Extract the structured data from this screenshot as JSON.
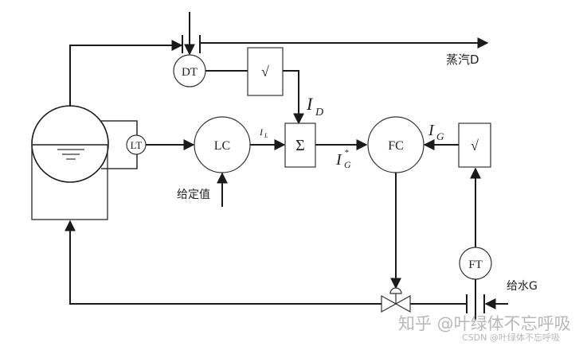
{
  "diagram": {
    "title": "Three-element drum water level control",
    "nodes": {
      "drum": {
        "label": ""
      },
      "dt": {
        "label": "DT"
      },
      "lt": {
        "label": "LT"
      },
      "lc": {
        "label": "LC"
      },
      "fc": {
        "label": "FC"
      },
      "ft": {
        "label": "FT"
      },
      "sqrt_top": {
        "label": "√"
      },
      "sqrt_right": {
        "label": "√"
      },
      "sum": {
        "label": "Σ"
      },
      "valve": {
        "label": ""
      }
    },
    "labels": {
      "steam": "蒸汽D",
      "feedwater": "给水G",
      "setpoint": "给定值",
      "signal_d_main": "I",
      "signal_d_sub": "D",
      "signal_l_main": "I",
      "signal_l_sub": "L",
      "signal_g_main": "I",
      "signal_g_sub": "G",
      "signal_gstar_main": "I",
      "signal_gstar_sub": "G",
      "signal_gstar_sup": "*"
    },
    "edges": [
      {
        "from": "drum",
        "to": "steam-orifice"
      },
      {
        "from": "steam-orifice",
        "to": "steam-out"
      },
      {
        "from": "steam-orifice",
        "to": "dt"
      },
      {
        "from": "dt",
        "to": "sqrt_top"
      },
      {
        "from": "sqrt_top",
        "to": "sum"
      },
      {
        "from": "drum",
        "to": "lt"
      },
      {
        "from": "lt",
        "to": "lc"
      },
      {
        "from": "setpoint",
        "to": "lc"
      },
      {
        "from": "lc",
        "to": "sum"
      },
      {
        "from": "sum",
        "to": "fc"
      },
      {
        "from": "sqrt_right",
        "to": "fc"
      },
      {
        "from": "ft",
        "to": "sqrt_right"
      },
      {
        "from": "feedwater-orifice",
        "to": "ft"
      },
      {
        "from": "fc",
        "to": "valve"
      },
      {
        "from": "valve",
        "to": "drum"
      }
    ]
  },
  "watermark": {
    "zhihu": "知乎 @叶绿体不忘呼吸",
    "csdn": "CSDN @叶绿体不忘呼吸"
  }
}
